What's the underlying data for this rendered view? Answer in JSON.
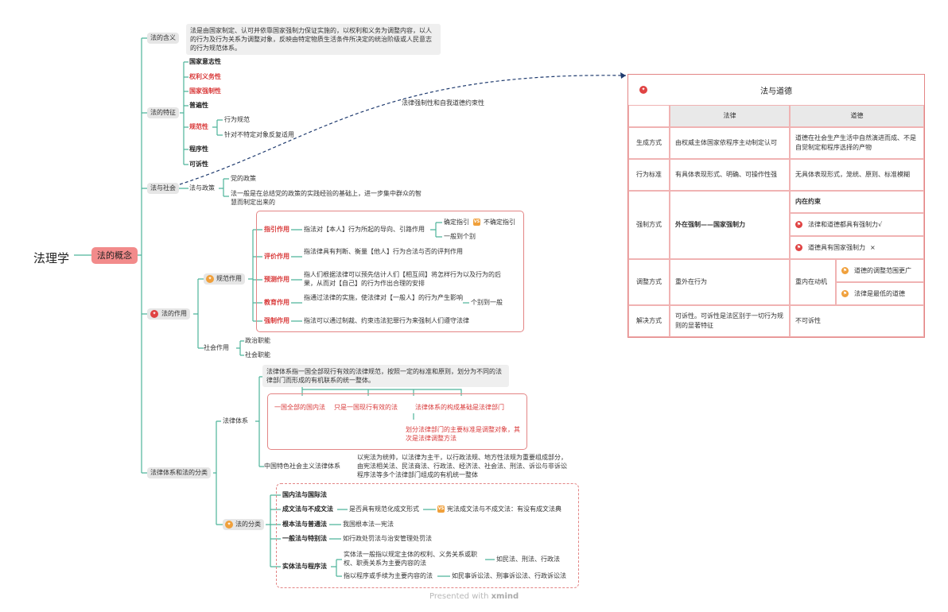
{
  "root": "法理学",
  "center": "法的概念",
  "meaning": {
    "label": "法的含义",
    "text": "法是由国家制定、认可并依靠国家强制力保证实施的，以权利和义务为调整内容，以人的行为及行为关系为调整对象，反映由特定物质生活条件所决定的统治阶级或人民意志的行为规范体系。"
  },
  "features": {
    "label": "法的特征",
    "items": [
      "国家意志性",
      "权利义务性",
      "国家强制性",
      "普遍性",
      "规范性",
      "程序性",
      "可诉性"
    ],
    "normative_children": [
      "行为规范",
      "针对不特定对象反复适用"
    ]
  },
  "society": {
    "label": "法与社会",
    "policy_label": "法与政策",
    "policy_items": [
      "党的政策",
      "法一般是在总结党的政策的实践经验的基础上，进一步集中群众的智慧而制定出来的"
    ],
    "dash_label": "法律强制性和自我道德约束性"
  },
  "functions": {
    "label": "法的作用",
    "normative_label": "规范作用",
    "rows": [
      {
        "name": "指引作用",
        "text": "指法对【本人】行为所起的导向、引路作用"
      },
      {
        "name": "评价作用",
        "text": "指法律具有判断、衡量【他人】行为合法与否的评判作用"
      },
      {
        "name": "预测作用",
        "text": "指人们根据法律可以预先估计人们【相互间】将怎样行为以及行为的后果，从而对【自己】的行为作出合理的安排"
      },
      {
        "name": "教育作用",
        "text": "指通过法律的实施，使法律对【一般人】的行为产生影响"
      },
      {
        "name": "强制作用",
        "text": "指法可以通过制裁、约束违法犯罪行为来强制人们遵守法律"
      }
    ],
    "guide_children": [
      "确定指引",
      "不确定指引",
      "一般到个别"
    ],
    "edu_child": "个别到一般",
    "social_label": "社会作用",
    "social_items": [
      "政治职能",
      "社会职能"
    ]
  },
  "system": {
    "label": "法律体系和法的分类",
    "legal_system_label": "法律体系",
    "legal_system_def": "法律体系指一国全部现行有效的法律规范，按照一定的标准和原则，划分为不同的法律部门而形成的有机联系的统一整体。",
    "sub": [
      "一国全部的国内法",
      "只是一国现行有效的法",
      "法律体系的构成基础是法律部门"
    ],
    "sub_note": "划分法律部门的主要标准是调整对象，其次是法律调整方法",
    "china_label": "中国特色社会主义法律体系",
    "china_text": "以宪法为统帅，以法律为主干，以行政法规、地方性法规为重要组成部分，由宪法相关法、民法商法、行政法、经济法、社会法、刑法、诉讼与非诉讼程序法等多个法律部门组成的有机统一整体",
    "class_label": "法的分类",
    "classes": [
      "国内法与国际法",
      "成文法与不成文法",
      "根本法与普通法",
      "一般法与特别法",
      "实体法与程序法"
    ],
    "written_child": "是否具有规范化成文形式",
    "written_note": "宪法成文法与不成文法：有没有成文法典",
    "fundamental_child": "我国根本法—宪法",
    "general_child": "如行政处罚法与治安管理处罚法",
    "substantive": "实体法一般指以规定主体的权利、义务关系或职权、职责关系为主要内容的法",
    "substantive_ex": "如民法、刑法、行政法",
    "procedural": "指以程序或手续为主要内容的法",
    "procedural_ex": "如民事诉讼法、刑事诉讼法、行政诉讼法"
  },
  "table": {
    "title": "法与道德",
    "col_law": "法律",
    "col_moral": "道德",
    "r1": {
      "k": "生成方式",
      "law": "由权威主体国家依程序主动制定认可",
      "moral": "道德在社会生产生活中自然演进而成、不是自觉制定和程序选择的产物"
    },
    "r2": {
      "k": "行为标准",
      "law": "有具体表现形式、明确、可操作性强",
      "moral": "无具体表现形式，笼统、原则、标准模糊"
    },
    "r3": {
      "k": "强制方式",
      "law": "外在强制——国家强制力",
      "moral_head": "内在约束",
      "moral_a": "法律和道德都具有强制力",
      "mark_a": "√",
      "moral_b": "道德具有国家强制力",
      "mark_b": "×"
    },
    "r4": {
      "k": "调整方式",
      "law": "重外在行为",
      "moral": "重内在动机",
      "moral_a": "道德的调整范围更广",
      "moral_b": "法律是最低的道德"
    },
    "r5": {
      "k": "解决方式",
      "law": "可诉性。可诉性是法区别于一切行为规则的显著特征",
      "moral": "不可诉性"
    }
  },
  "credit": {
    "pre": "Presented with",
    "brand": "xmind"
  },
  "colors": {
    "line": "#4db39a",
    "accent": "#d93a3a",
    "box": "#e38585",
    "center": "#f28b8b"
  }
}
